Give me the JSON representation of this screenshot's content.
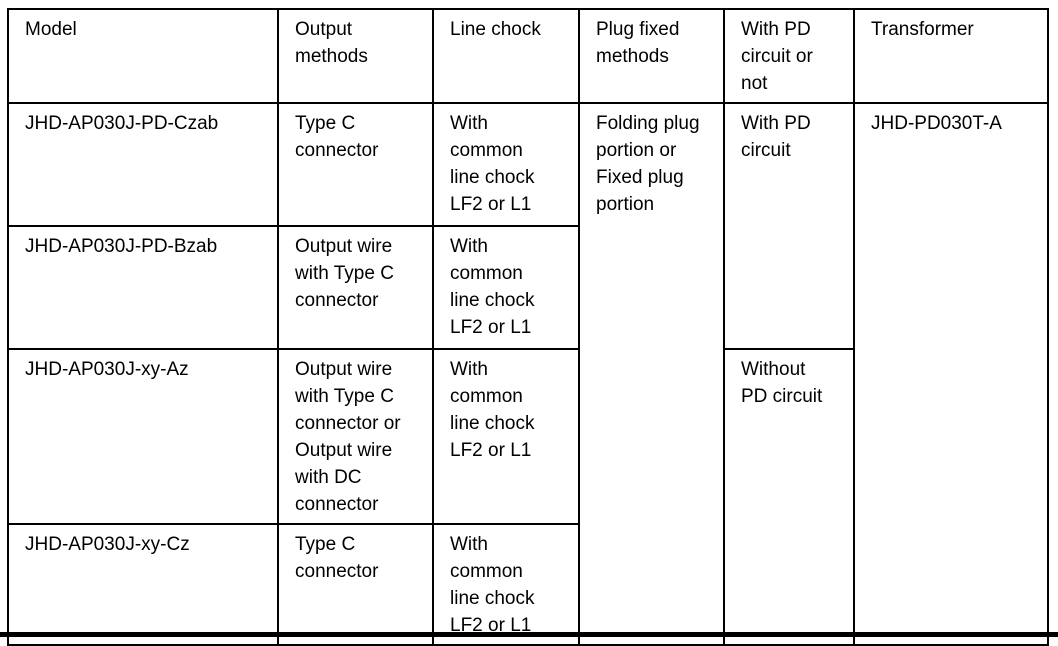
{
  "table": {
    "headers": {
      "model": "Model",
      "output_methods": "Output methods",
      "line_chock": "Line chock",
      "plug_fixed_methods": "Plug fixed methods",
      "pd_circuit": "With PD circuit or not",
      "transformer": "Transformer"
    },
    "rows": [
      {
        "model": "JHD-AP030J-PD-Czab",
        "output_methods": "Type C connector",
        "line_chock": "With common line chock LF2 or L1"
      },
      {
        "model": "JHD-AP030J-PD-Bzab",
        "output_methods": "Output wire with Type C connector",
        "line_chock": "With common line chock LF2 or L1"
      },
      {
        "model": "JHD-AP030J-xy-Az",
        "output_methods": "Output wire with Type C connector or Output wire with DC connector",
        "line_chock": "With common line chock LF2 or L1"
      },
      {
        "model": "JHD-AP030J-xy-Cz",
        "output_methods": "Type C connector",
        "line_chock": "With common line chock LF2 or L1"
      }
    ],
    "merged": {
      "plug_fixed_methods": "Folding plug portion or Fixed plug portion",
      "with_pd": "With PD circuit",
      "without_pd": "Without PD circuit",
      "transformer": "JHD-PD030T-A"
    }
  },
  "colors": {
    "border": "#000000",
    "text": "#000000",
    "background": "#ffffff"
  }
}
